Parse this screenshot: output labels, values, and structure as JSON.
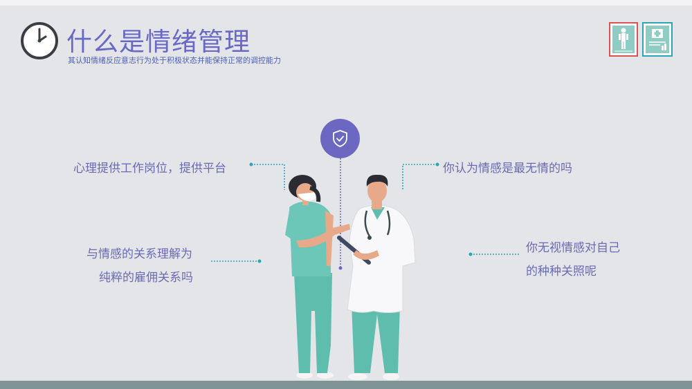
{
  "header": {
    "title": "什么是情绪管理",
    "subtitle": "其认知情绪反应意志行为处于积极状态并能保持正常的调控能力"
  },
  "labels": {
    "top_left": "心理提供工作岗位，提供平台",
    "top_right": "你认为情感是最无情的吗",
    "bottom_left_line1": "与情感的关系理解为",
    "bottom_left_line2": "纯粹的雇佣关系吗",
    "bottom_right_line1": "你无视情感对自己",
    "bottom_right_line2": "的种种关照呢"
  },
  "icons": [
    "clock-icon",
    "shield-check-icon",
    "body-chart-icon",
    "medical-report-icon"
  ],
  "colors": {
    "background": "#e4e5e9",
    "accent": "#6c67c0",
    "teal": "#60c0b0",
    "connector": "#2aa5b5"
  }
}
